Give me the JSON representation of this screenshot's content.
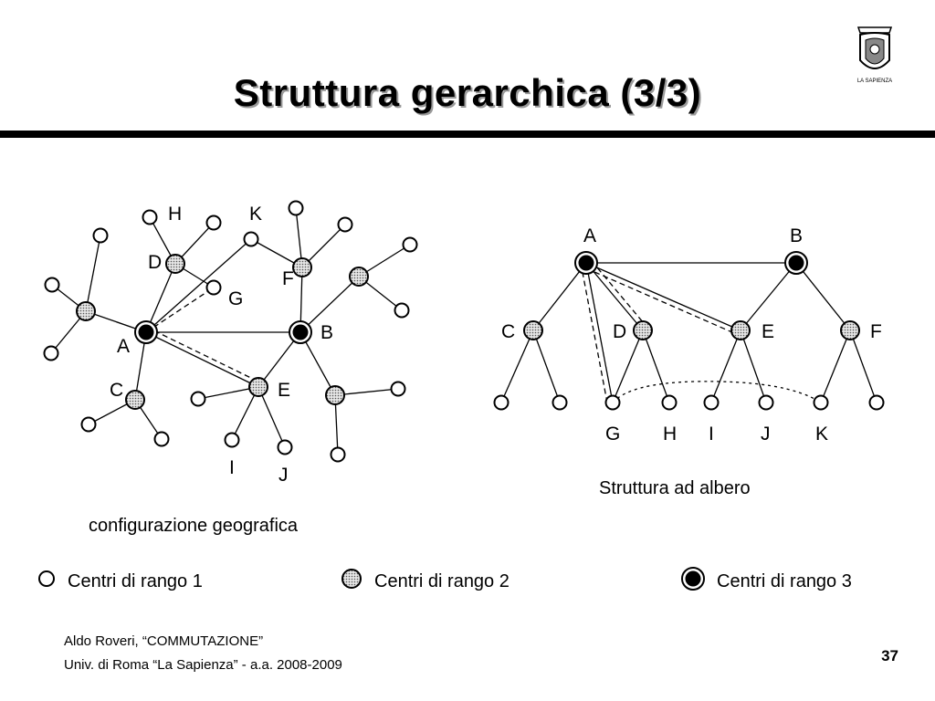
{
  "slide": {
    "title": "Struttura gerarchica (3/3)",
    "footer_author": "Aldo Roveri, “COMMUTAZIONE”",
    "footer_affiliation": "Univ. di Roma “La Sapienza” - a.a. 2008-2009",
    "page_number": "37",
    "logo_text": "LA SAPIENZA"
  },
  "captions": {
    "geographic": "configurazione geografica",
    "tree": "Struttura ad albero"
  },
  "legend": {
    "rank1": "Centri di rango 1",
    "rank2": "Centri di rango 2",
    "rank3": "Centri di rango 3"
  },
  "colors": {
    "rank1_fill": "#ffffff",
    "rank2_fill": "#c8c8c8",
    "rank3_fill": "#000000",
    "stroke": "#000000"
  },
  "node_labels": {
    "A": "A",
    "B": "B",
    "C": "C",
    "D": "D",
    "E": "E",
    "F": "F",
    "G": "G",
    "H": "H",
    "I": "I",
    "J": "J",
    "K": "K"
  }
}
